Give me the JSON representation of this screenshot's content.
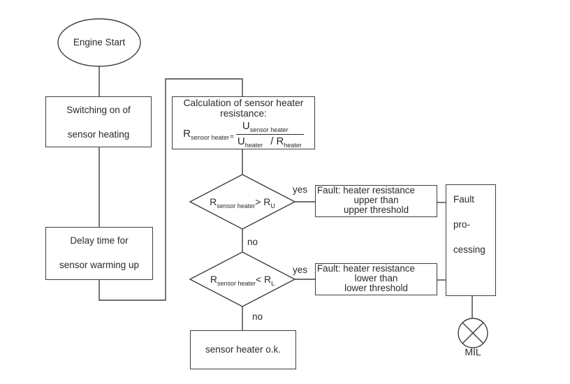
{
  "colors": {
    "line": "#3e3e3e",
    "text": "#2a2a2a",
    "background": "#ffffff"
  },
  "nodes": {
    "engine_start": {
      "label": "Engine Start"
    },
    "switching_on": {
      "line1": "Switching on of",
      "line2": "sensor heating"
    },
    "calculation": {
      "title_line1": "Calculation of sensor heater",
      "title_line2": "resistance:",
      "formula": {
        "lhs_base": "R",
        "lhs_sub": "sensor heater",
        "equals": "=",
        "num_base": "U",
        "num_sub": "sensor heater",
        "den_left_base": "U",
        "den_left_sub": "heater",
        "slash": "/",
        "den_right_base": "R",
        "den_right_sub": "heater"
      }
    },
    "delay": {
      "line1": "Delay time for",
      "line2": "sensor warming up"
    },
    "decision_upper": {
      "base": "R",
      "base_sub": "sensor heater",
      "cmp": "> R",
      "cmp_sub": "U"
    },
    "decision_lower": {
      "base": "R",
      "base_sub": "sensor heater",
      "cmp": "< R",
      "cmp_sub": "L"
    },
    "fault_upper": {
      "line1": "Fault: heater resistance",
      "line2": "upper than",
      "line3": "upper threshold"
    },
    "fault_lower": {
      "line1": "Fault: heater resistance",
      "line2": "lower than",
      "line3": "lower threshold"
    },
    "fault_processing": {
      "line1": "Fault",
      "line2": "pro-",
      "line3": "cessing"
    },
    "sensor_ok": {
      "label": "sensor heater o.k."
    },
    "mil": {
      "label": "MIL"
    }
  },
  "edge_labels": {
    "upper_yes": "yes",
    "upper_no": "no",
    "lower_yes": "yes",
    "lower_no": "no"
  }
}
